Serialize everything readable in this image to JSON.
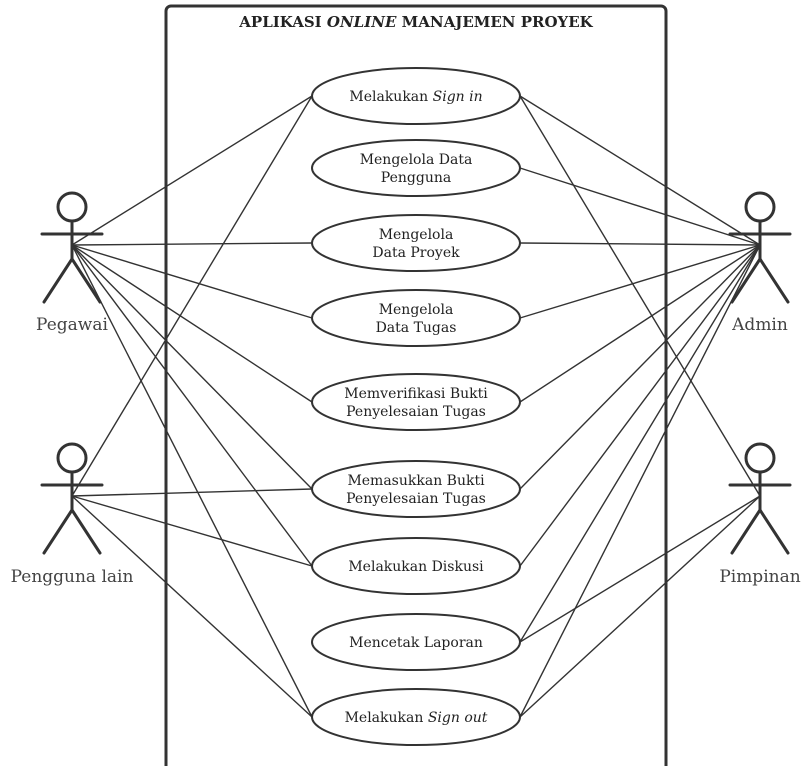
{
  "system": {
    "title_pre": "APLIKASI ",
    "title_italic": "ONLINE",
    "title_post": " MANAJEMEN PROYEK"
  },
  "actors": [
    {
      "id": "pegawai",
      "label": "Pegawai"
    },
    {
      "id": "pengguna",
      "label": "Pengguna lain"
    },
    {
      "id": "admin",
      "label": "Admin"
    },
    {
      "id": "pimpinan",
      "label": "Pimpinan"
    }
  ],
  "use_cases": [
    {
      "id": "signin",
      "lines": [
        {
          "text": "Melakukan ",
          "italic": "Sign in"
        }
      ]
    },
    {
      "id": "pengguna",
      "lines": [
        {
          "text": "Mengelola Data"
        },
        {
          "text": "Pengguna"
        }
      ]
    },
    {
      "id": "proyek",
      "lines": [
        {
          "text": "Mengelola"
        },
        {
          "text": "Data Proyek"
        }
      ]
    },
    {
      "id": "tugas",
      "lines": [
        {
          "text": "Mengelola"
        },
        {
          "text": "Data Tugas"
        }
      ]
    },
    {
      "id": "verif",
      "lines": [
        {
          "text": "Memverifikasi Bukti"
        },
        {
          "text": "Penyelesaian Tugas"
        }
      ]
    },
    {
      "id": "masuk",
      "lines": [
        {
          "text": "Memasukkan Bukti"
        },
        {
          "text": "Penyelesaian Tugas"
        }
      ]
    },
    {
      "id": "diskusi",
      "lines": [
        {
          "text": "Melakukan Diskusi"
        }
      ]
    },
    {
      "id": "laporan",
      "lines": [
        {
          "text": "Mencetak Laporan"
        }
      ]
    },
    {
      "id": "signout",
      "lines": [
        {
          "text": "Melakukan ",
          "italic": "Sign out"
        }
      ]
    }
  ],
  "associations": [
    [
      "pegawai",
      "signin"
    ],
    [
      "pegawai",
      "proyek"
    ],
    [
      "pegawai",
      "tugas"
    ],
    [
      "pegawai",
      "verif"
    ],
    [
      "pegawai",
      "masuk"
    ],
    [
      "pegawai",
      "diskusi"
    ],
    [
      "pegawai",
      "signout"
    ],
    [
      "pengguna",
      "signin"
    ],
    [
      "pengguna",
      "masuk"
    ],
    [
      "pengguna",
      "diskusi"
    ],
    [
      "pengguna",
      "signout"
    ],
    [
      "admin",
      "signin"
    ],
    [
      "admin",
      "pengguna"
    ],
    [
      "admin",
      "proyek"
    ],
    [
      "admin",
      "tugas"
    ],
    [
      "admin",
      "verif"
    ],
    [
      "admin",
      "masuk"
    ],
    [
      "admin",
      "diskusi"
    ],
    [
      "admin",
      "laporan"
    ],
    [
      "admin",
      "signout"
    ],
    [
      "pimpinan",
      "signin"
    ],
    [
      "pimpinan",
      "laporan"
    ],
    [
      "pimpinan",
      "signout"
    ]
  ]
}
